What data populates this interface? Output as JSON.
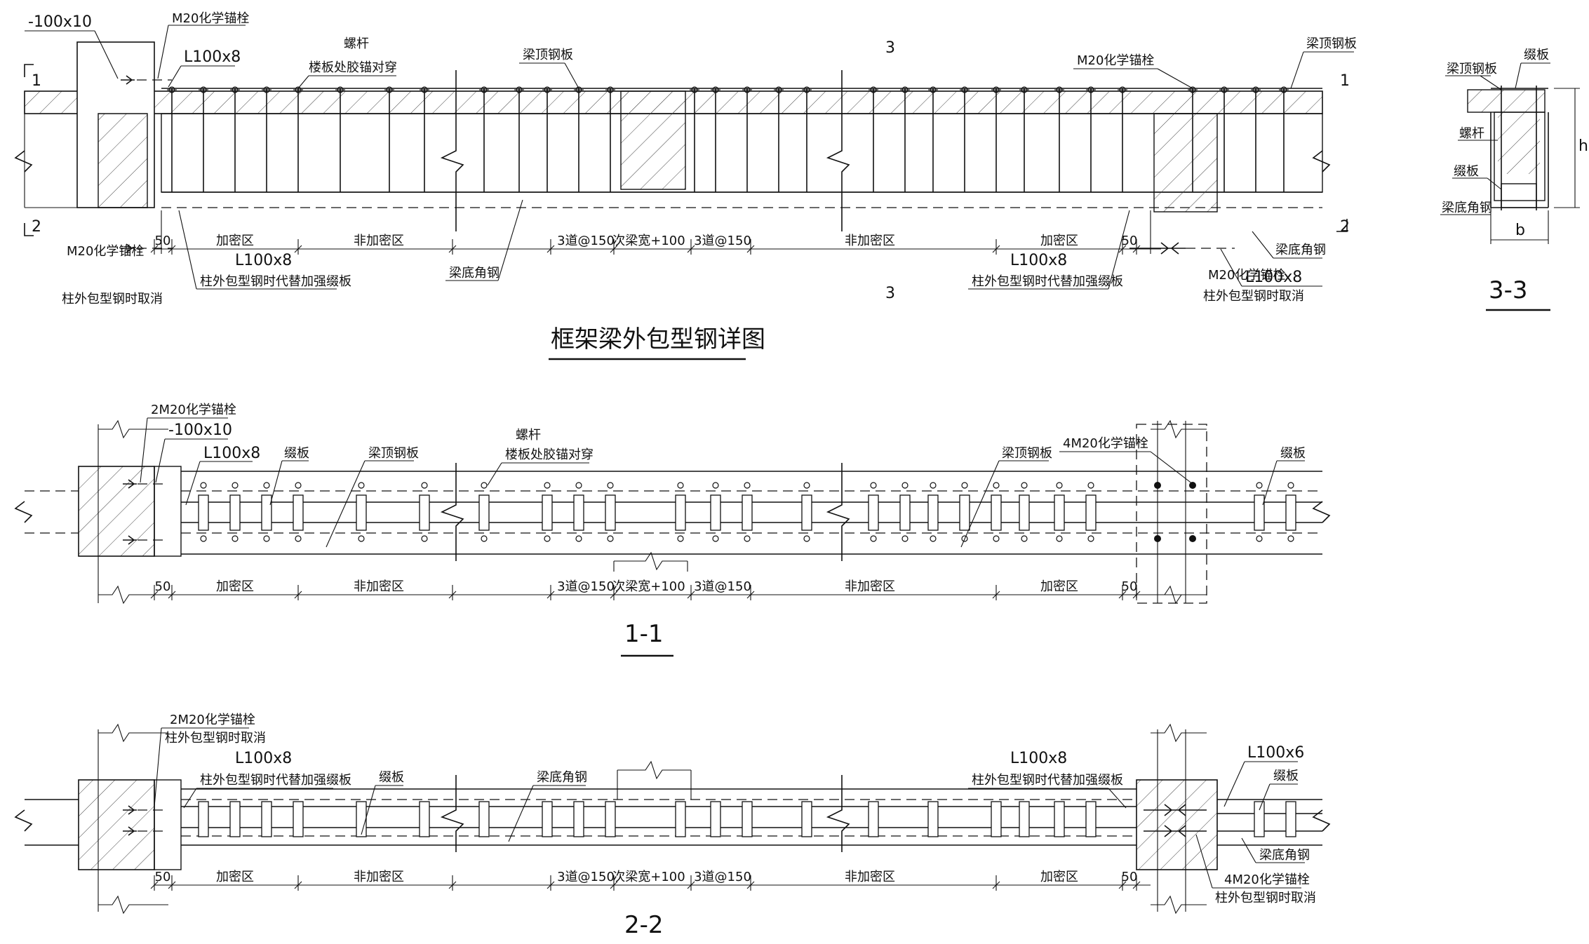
{
  "title_main": "框架梁外包型钢详图",
  "sec11_title": "1-1",
  "sec22_title": "2-2",
  "sec33_title": "3-3",
  "cut": {
    "one": "1",
    "two": "2",
    "three": "3"
  },
  "elev": {
    "plate_top_left": "-100x10",
    "m20_anchor": "M20化学锚栓",
    "m20_anchor_b": "M20化学锚栓",
    "screw": "螺杆",
    "screw_note": "楼板处胶锚对穿",
    "top_plate": "梁顶钢板",
    "top_plate_r": "梁顶钢板",
    "l100x8": "L100x8",
    "l100x8_b": "L100x8",
    "l100x8_r": "L100x8",
    "replace_note": "柱外包型钢时代替加强缀板",
    "replace_note_b": "柱外包型钢时代替加强缀板",
    "m20_bl": "M20化学锚栓",
    "m20_br": "M20化学锚栓",
    "cancel_note": "柱外包型钢时取消",
    "cancel_note_r": "柱外包型钢时取消",
    "bottom_angle": "梁底角钢",
    "bottom_angle_r": "梁底角钢",
    "dims": [
      "50",
      "加密区",
      "非加密区",
      "3道@150",
      "次梁宽+100",
      "3道@150",
      "非加密区",
      "加密区",
      "50"
    ]
  },
  "s11": {
    "anchor2": "2M20化学锚栓",
    "plate": "-100x10",
    "l100x8": "L100x8",
    "batten": "缀板",
    "top_plate": "梁顶钢板",
    "screw": "螺杆",
    "screw_note": "楼板处胶锚对穿",
    "top_plate_r": "梁顶钢板",
    "anchor4": "4M20化学锚栓",
    "batten_r": "缀板",
    "dims": [
      "50",
      "加密区",
      "非加密区",
      "3道@150",
      "次梁宽+100",
      "3道@150",
      "非加密区",
      "加密区",
      "50"
    ]
  },
  "s22": {
    "anchor2": "2M20化学锚栓",
    "cancel_note": "柱外包型钢时取消",
    "l100x8": "L100x8",
    "replace_note": "柱外包型钢时代替加强缀板",
    "batten": "缀板",
    "bottom_angle": "梁底角钢",
    "l100x8_r": "L100x8",
    "replace_note_r": "柱外包型钢时代替加强缀板",
    "l100x6": "L100x6",
    "batten_r": "缀板",
    "bottom_angle_r": "梁底角钢",
    "anchor4": "4M20化学锚栓",
    "cancel_note_r": "柱外包型钢时取消",
    "dims": [
      "50",
      "加密区",
      "非加密区",
      "3道@150",
      "次梁宽+100",
      "3道@150",
      "非加密区",
      "加密区",
      "50"
    ]
  },
  "s33": {
    "top_plate": "梁顶钢板",
    "batten": "缀板",
    "screw": "螺杆",
    "batten2": "缀板",
    "bottom_angle": "梁底角钢",
    "b": "b",
    "h": "h"
  }
}
